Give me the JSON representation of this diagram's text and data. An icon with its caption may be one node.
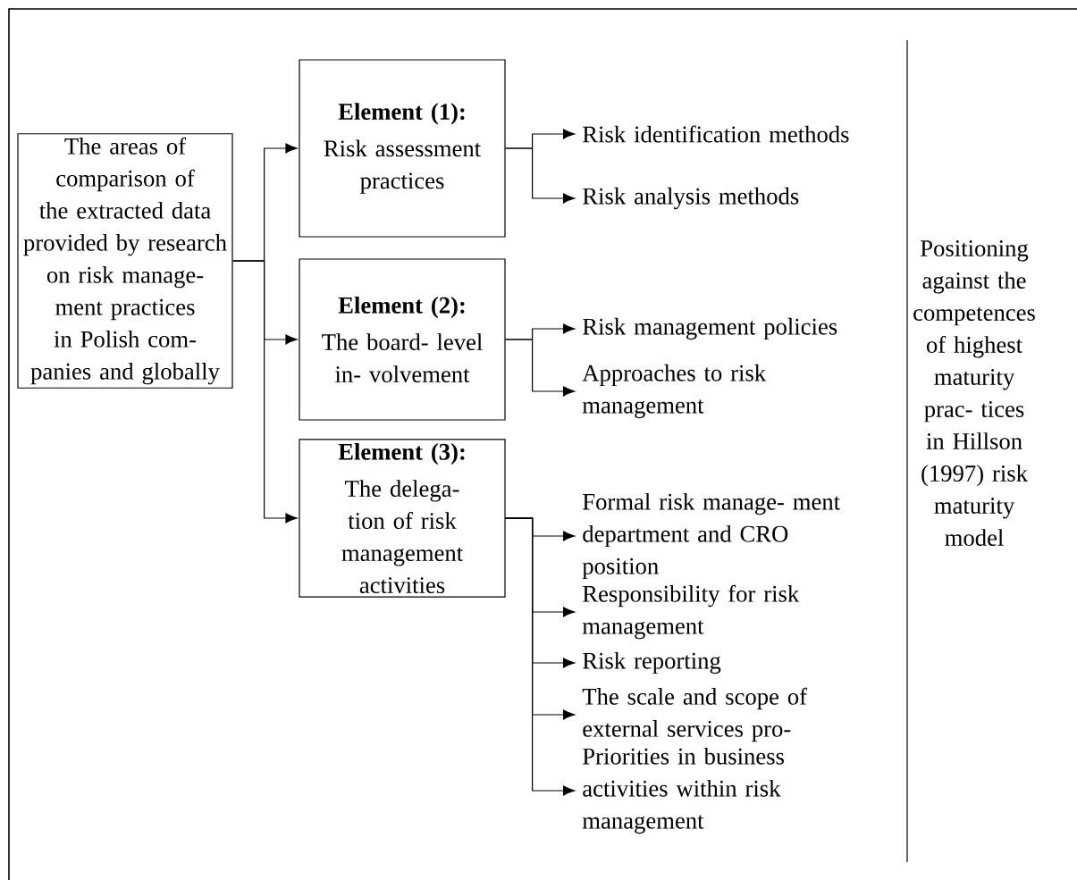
{
  "diagram": {
    "nodes": [
      {
        "text": [
          "The areas of comparison of the extracted data provided by research on risk manage- ment practices in Polish com- panies and globally"
        ]
      },
      {
        "text": [
          "Element (1):",
          "Risk assessment practices"
        ]
      },
      {
        "text": [
          "Element (2):",
          "The board- level in- volvement"
        ]
      },
      {
        "text": [
          "Element (3):",
          "The delega- tion of risk management activities"
        ]
      },
      {
        "text": [
          "Risk identification methods"
        ]
      },
      {
        "text": [
          "Risk analysis methods"
        ]
      },
      {
        "text": [
          "Risk management policies"
        ]
      },
      {
        "text": [
          "Approaches to risk management"
        ]
      },
      {
        "text": [
          "Formal risk manage- ment department and CRO position"
        ]
      },
      {
        "text": [
          "Responsibility for risk management"
        ]
      },
      {
        "text": [
          "Risk reporting"
        ]
      },
      {
        "text": [
          "The scale and scope of external services pro-"
        ]
      },
      {
        "text": [
          "Priorities in business activities within risk management"
        ]
      }
    ],
    "edges": [
      {
        "from": 0,
        "to": 1,
        "arrow": "to"
      },
      {
        "from": 0,
        "to": 2,
        "arrow": "to"
      },
      {
        "from": 0,
        "to": 3,
        "arrow": "to"
      },
      {
        "from": 1,
        "to": 4,
        "arrow": "to"
      },
      {
        "from": 1,
        "to": 5,
        "arrow": "to"
      },
      {
        "from": 2,
        "to": 6,
        "arrow": "to"
      },
      {
        "from": 2,
        "to": 7,
        "arrow": "to"
      },
      {
        "from": 3,
        "to": 8,
        "arrow": "to"
      },
      {
        "from": 3,
        "to": 9,
        "arrow": "to"
      },
      {
        "from": 3,
        "to": 10,
        "arrow": "to"
      },
      {
        "from": 3,
        "to": 11,
        "arrow": "to"
      },
      {
        "from": 3,
        "to": 12,
        "arrow": "to"
      }
    ],
    "labels": [
      "Positioning against the competences of highest maturity prac- tices in Hillson (1997) risk maturity model"
    ]
  }
}
